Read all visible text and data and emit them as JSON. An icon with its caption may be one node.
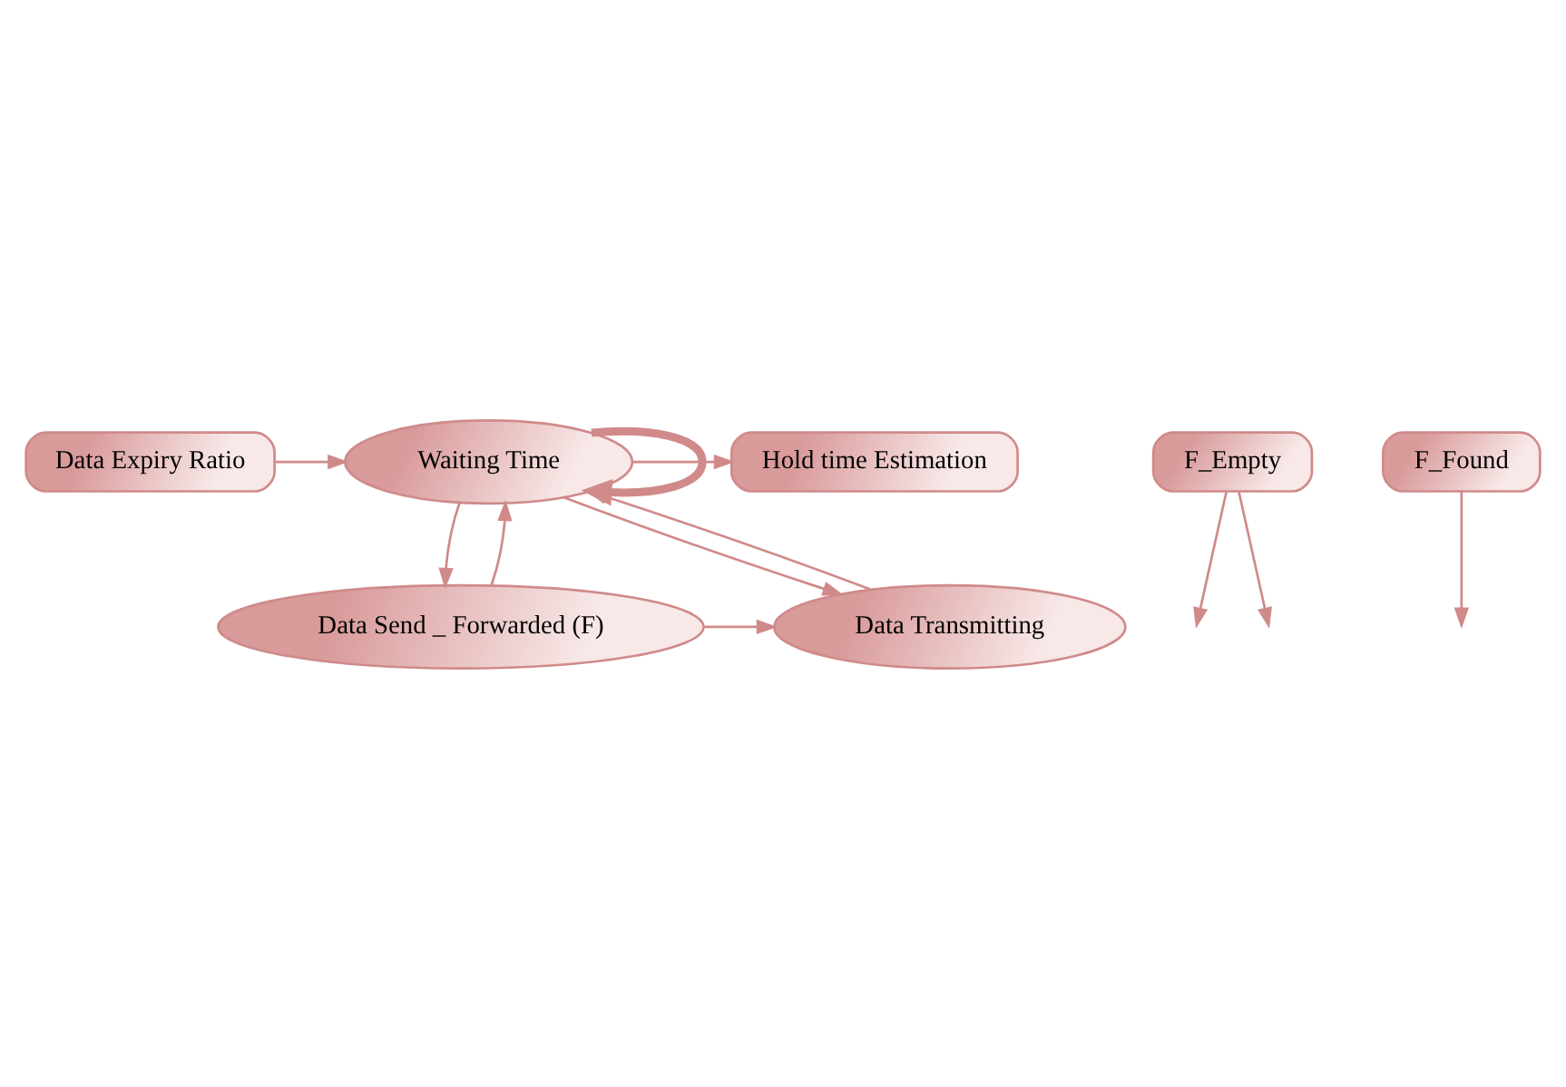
{
  "diagram": {
    "nodes": [
      {
        "text": [
          "Waiting Time"
        ]
      },
      {
        "text": [
          "Hold time Estimation"
        ]
      },
      {
        "text": [
          "Data Expiry Ratio"
        ]
      },
      {
        "text": [
          "F_Empty"
        ]
      },
      {
        "text": [
          "F_Found"
        ]
      },
      {
        "text": [
          "Data Send _ Forwarded (F)"
        ]
      },
      {
        "text": [
          "Data Transmitting"
        ]
      }
    ],
    "edges": [
      {
        "from": 0,
        "to": 0,
        "arrow": "to",
        "style": "thick"
      },
      {
        "from": 0,
        "to": 1,
        "arrow": "to"
      },
      {
        "from": 2,
        "to": 0,
        "arrow": "to"
      },
      {
        "from": 0,
        "to": 5,
        "arrow": "to"
      },
      {
        "from": 0,
        "to": 6,
        "arrow": "to"
      },
      {
        "from": 5,
        "to": 0,
        "arrow": "to"
      },
      {
        "from": 6,
        "to": 0,
        "arrow": "to"
      },
      {
        "from": 3,
        "to": null,
        "arrow": "to"
      },
      {
        "from": 3,
        "to": null,
        "arrow": "to"
      },
      {
        "from": 4,
        "to": null,
        "arrow": "to"
      },
      {
        "from": 5,
        "to": 6,
        "arrow": "to"
      }
    ]
  }
}
